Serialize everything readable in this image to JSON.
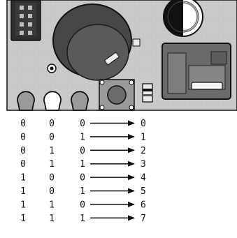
{
  "truth_table": {
    "rows": [
      {
        "a": "0",
        "b": "0",
        "c": "0",
        "result": "0"
      },
      {
        "a": "0",
        "b": "0",
        "c": "1",
        "result": "1"
      },
      {
        "a": "0",
        "b": "1",
        "c": "0",
        "result": "2"
      },
      {
        "a": "0",
        "b": "1",
        "c": "1",
        "result": "3"
      },
      {
        "a": "1",
        "b": "0",
        "c": "0",
        "result": "4"
      },
      {
        "a": "1",
        "b": "0",
        "c": "1",
        "result": "5"
      },
      {
        "a": "1",
        "b": "1",
        "c": "0",
        "result": "6"
      },
      {
        "a": "1",
        "b": "1",
        "c": "1",
        "result": "7"
      }
    ]
  },
  "board": {
    "leds": [
      {
        "label": "led-left",
        "lit": false,
        "color": "#9a9a9a"
      },
      {
        "label": "led-middle",
        "lit": true,
        "color": "#ffffff"
      },
      {
        "label": "led-right",
        "lit": false,
        "color": "#9a9a9a"
      }
    ],
    "colors": {
      "board": "#c8c8c8",
      "outline": "#111111",
      "component": "#6a6a6a"
    }
  }
}
